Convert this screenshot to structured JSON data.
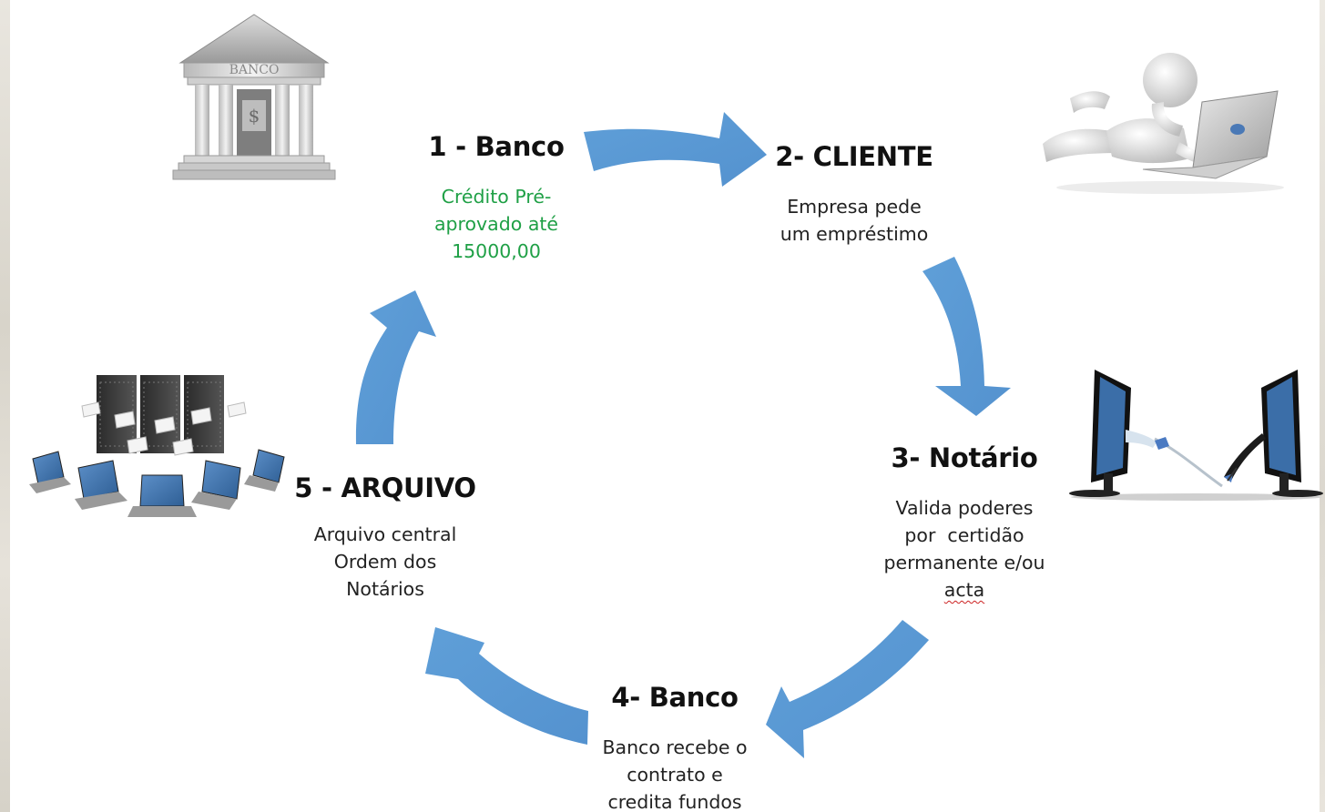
{
  "steps": [
    {
      "title": "1 - Banco",
      "description_lines": [
        "Crédito Pré-",
        "aprovado até",
        "15000,00"
      ],
      "description_color": "#1fa046",
      "icon": "bank-building-icon",
      "bank_sign": "BANCO",
      "bank_symbol": "$"
    },
    {
      "title": "2- CLIENTE",
      "description_lines": [
        "Empresa pede",
        "um empréstimo"
      ],
      "icon": "person-with-laptop-icon"
    },
    {
      "title": "3- Notário",
      "description_lines": [
        "Valida poderes",
        "por  certidão",
        "permanente e/ou",
        "acta"
      ],
      "icon": "monitors-handshake-icon"
    },
    {
      "title": "4- Banco",
      "description_lines": [
        "Banco recebe o",
        "contrato e",
        "credita fundos"
      ],
      "icon": ""
    },
    {
      "title": "5 - ARQUIVO",
      "description_lines": [
        "Arquivo central",
        "Ordem dos",
        "Notários"
      ],
      "icon": "server-network-icon"
    }
  ],
  "colors": {
    "arrow": "#5b9bd5",
    "title": "#111111",
    "text": "#222222",
    "highlight": "#1fa046"
  }
}
